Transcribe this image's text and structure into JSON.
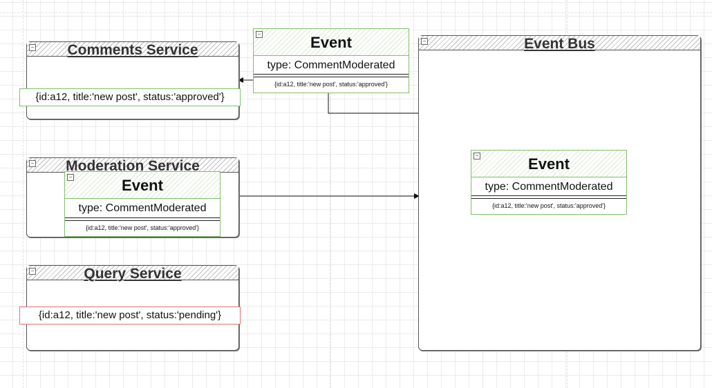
{
  "colors": {
    "green": "#7fbf6a",
    "red": "#e07070",
    "border": "#555555"
  },
  "comments_service": {
    "title": "Comments Service",
    "record": "{id:a12, title:'new post', status:'approved'}"
  },
  "moderation_service": {
    "title": "Moderation Service",
    "event": {
      "title": "Event",
      "type": "type: CommentModerated",
      "payload": "{id:a12, title:'new post', status:'approved'}"
    }
  },
  "query_service": {
    "title": "Query Service",
    "record": "{id:a12, title:'new post', status:'pending'}"
  },
  "event_bus": {
    "title": "Event Bus",
    "event": {
      "title": "Event",
      "type": "type: CommentModerated",
      "payload": "{id:a12, title:'new post', status:'approved'}"
    }
  },
  "top_event": {
    "title": "Event",
    "type": "type: CommentModerated",
    "payload": "{id:a12, title:'new post', status:'approved'}"
  },
  "collapse_icon": "minus-square-icon"
}
